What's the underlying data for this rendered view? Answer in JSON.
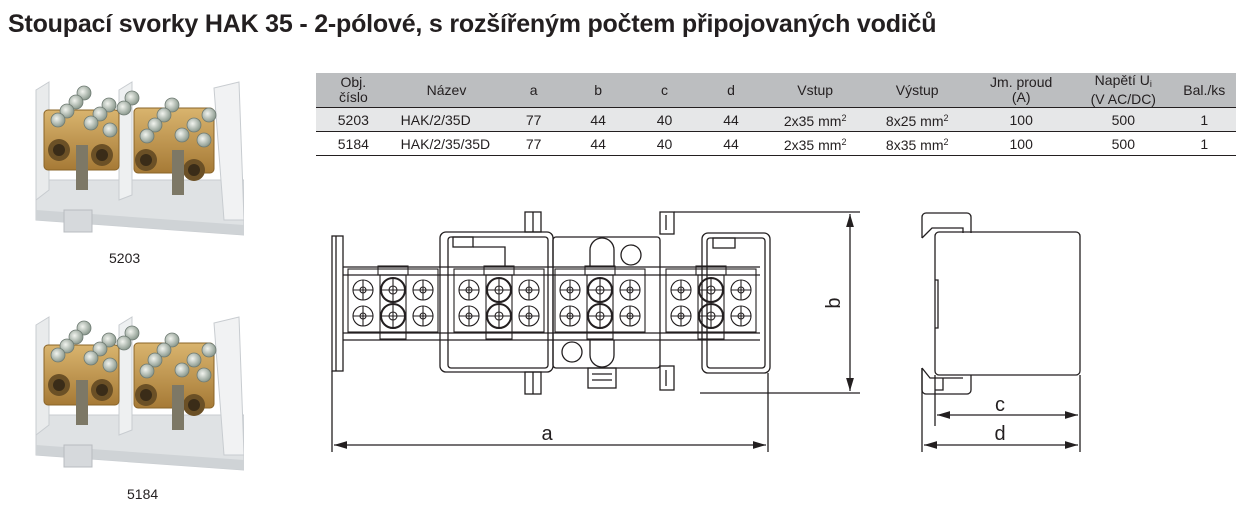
{
  "page": {
    "title": "Stoupací svorky HAK 35 - 2-pólové, s rozšířeným počtem připojovaných vodičů"
  },
  "products": [
    {
      "code": "5203",
      "image": "terminal-block-photo"
    },
    {
      "code": "5184",
      "image": "terminal-block-photo"
    }
  ],
  "table": {
    "headers": {
      "obj_line1": "Obj.",
      "obj_line2": "číslo",
      "nazev": "Název",
      "a": "a",
      "b": "b",
      "c": "c",
      "d": "d",
      "vstup": "Vstup",
      "vystup": "Výstup",
      "proud_line1": "Jm. proud",
      "proud_line2": "(A)",
      "napeti_line1": "Napětí U",
      "napeti_sub": "i",
      "napeti_line2": "(V AC/DC)",
      "bal": "Bal./ks"
    },
    "rows": [
      {
        "obj": "5203",
        "nazev": "HAK/2/35D",
        "a": "77",
        "b": "44",
        "c": "40",
        "d": "44",
        "vstup": "2x35 mm",
        "vystup": "8x25 mm",
        "unit_sup": "2",
        "proud": "100",
        "napeti": "500",
        "bal": "1"
      },
      {
        "obj": "5184",
        "nazev": "HAK/2/35/35D",
        "a": "77",
        "b": "44",
        "c": "40",
        "d": "44",
        "vstup": "2x35 mm",
        "vystup": "8x35 mm",
        "unit_sup": "2",
        "proud": "100",
        "napeti": "500",
        "bal": "1"
      }
    ]
  },
  "drawing": {
    "dim_a": "a",
    "dim_b": "b",
    "dim_c": "c",
    "dim_d": "d"
  },
  "colors": {
    "header_bg": "#bcbec0",
    "row_alt_bg": "#e6e7e8",
    "text": "#231f20",
    "brass": "#c9a15a",
    "housing": "#e4e6e8"
  }
}
